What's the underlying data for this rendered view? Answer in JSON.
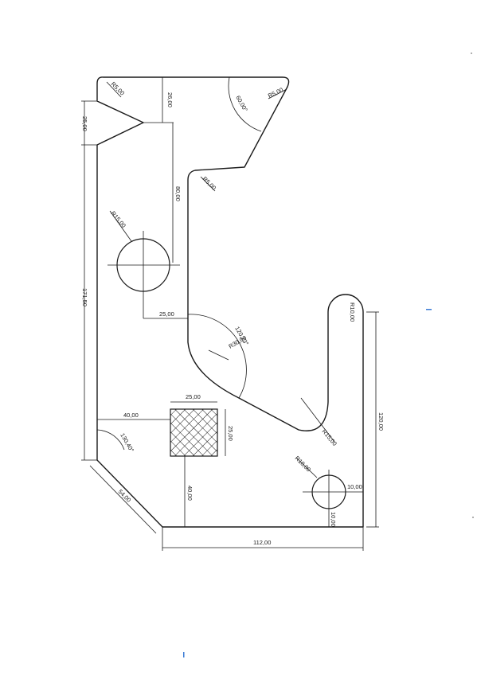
{
  "dimensions": {
    "r5_top_left": "R5,00",
    "d26": "26,00",
    "r5_top_right": "R5,00",
    "angle60": "60,00°",
    "d25_left": "25,00",
    "r5_mid": "R5,00",
    "d80": "80,00",
    "r15_hole": "R15,00",
    "d171": "171,50",
    "d25_horizontal": "25,00",
    "d120_23": "120,23°",
    "r30": "R30,00",
    "r10_slot": "R10,00",
    "d25_square_w": "25,00",
    "d40_horizontal": "40,00",
    "d25_square_h": "25,00",
    "angle130": "130,40°",
    "r15_bottom": "R15,00",
    "d120": "120,00",
    "r10_hole": "R10,00",
    "d10_horizontal": "10,00",
    "d54": "54,00",
    "d40_vertical": "40,00",
    "d10_vertical": "10,00",
    "d112": "112,00"
  },
  "colors": {
    "line": "#1a1a1a",
    "speck": "#3a7bd5"
  }
}
